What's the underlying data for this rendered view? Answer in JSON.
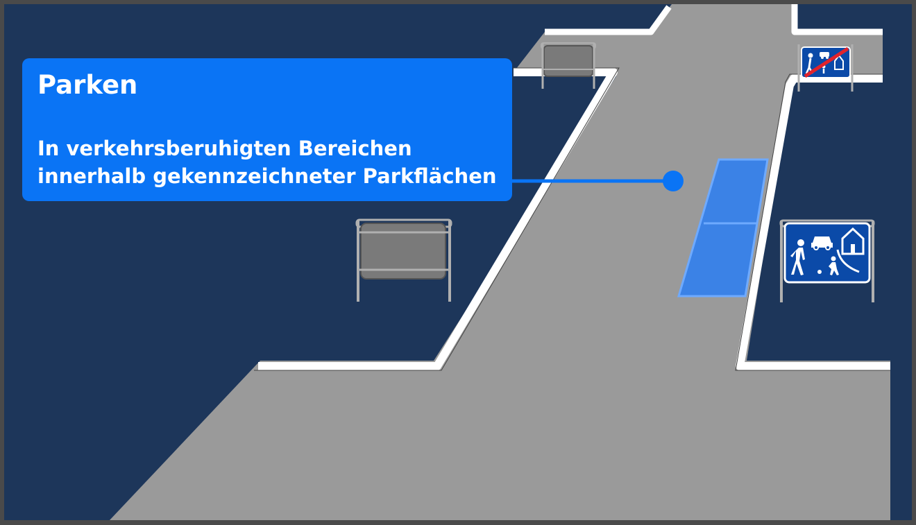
{
  "callout": {
    "title": "Parken",
    "text_line1": "In verkehrsberuhigten Bereichen",
    "text_line2": "innerhalb gekennzeichneter Parkflächen"
  },
  "colors": {
    "frame": "#4a4a4a",
    "background": "#1d365a",
    "road": "#9a9a9a",
    "curb": "#ffffff",
    "callout": "#0a74f5",
    "parking_area": "#3b82e6",
    "sign_blue": "#0b4aa8",
    "sign_end_stripe": "#e1232c",
    "post": "#b0b0b0"
  },
  "icons": [
    "sign-back-left-icon",
    "sign-back-middle-icon",
    "sign-end-traffic-calmed-zone-icon",
    "sign-traffic-calmed-zone-icon",
    "parking-area-icon",
    "callout-connector-dot-icon"
  ]
}
